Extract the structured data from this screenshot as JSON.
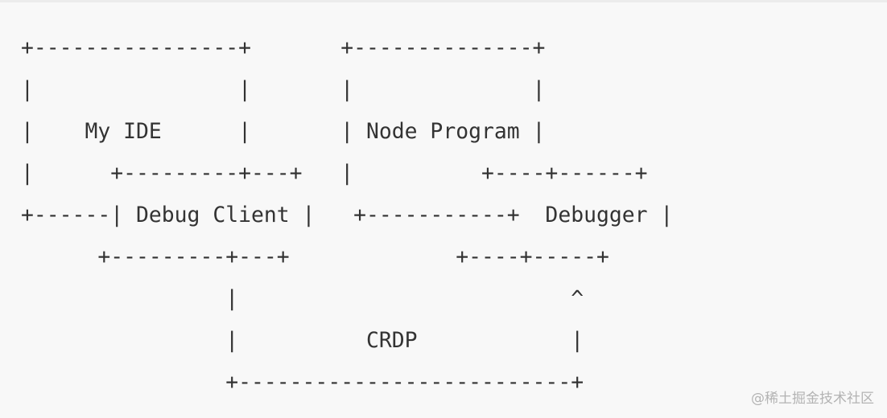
{
  "diagram": {
    "lines": [
      "+----------------+       +--------------+",
      "|                |       |              |",
      "|    My IDE      |       | Node Program |",
      "|      +---------+---+   |          +----+------+",
      "+------| Debug Client |   +-----------+  Debugger |",
      "      +---------+---+             +----+-----+",
      "                |                          ^",
      "                |          CRDP            |",
      "                +--------------------------+"
    ]
  },
  "watermark": "@稀土掘金技术社区"
}
